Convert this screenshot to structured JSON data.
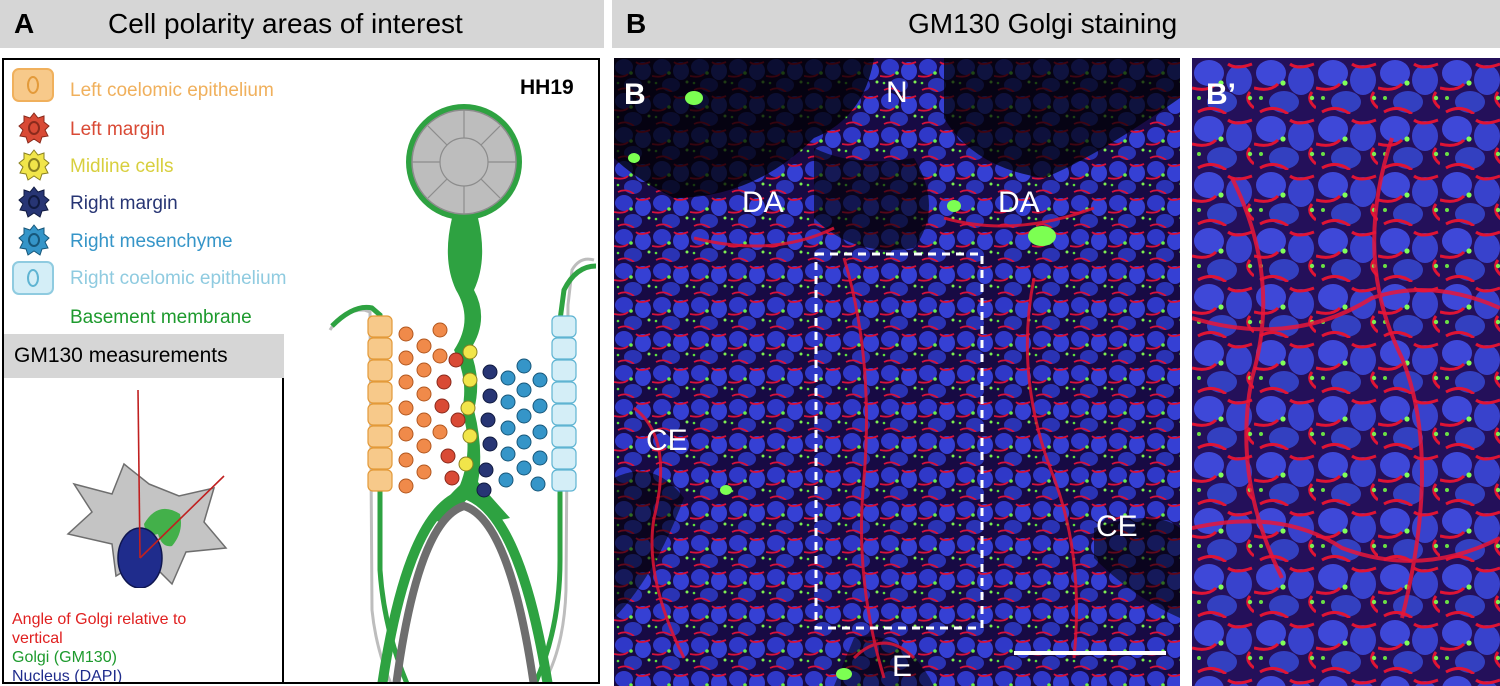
{
  "panel_a": {
    "letter": "A",
    "title": "Cell polarity areas of interest",
    "stage": "HH19",
    "legend": [
      {
        "label": "Left coelomic epithelium",
        "color": "#f0b05c"
      },
      {
        "label": "Left margin",
        "color": "#d94a35"
      },
      {
        "label": "Midline cells",
        "color": "#d8cf3e"
      },
      {
        "label": "Right margin",
        "color": "#273574"
      },
      {
        "label": "Right mesenchyme",
        "color": "#3595c8"
      },
      {
        "label": "Right coelomic epithelium",
        "color": "#8fcbe0"
      },
      {
        "label": "Basement membrane",
        "color": "#1d9a2d"
      }
    ],
    "gm_title": "GM130 measurements",
    "gm_captions": [
      {
        "text": "Angle of Golgi relative to",
        "color": "#e02020"
      },
      {
        "text": "vertical",
        "color": "#e02020"
      },
      {
        "text": "Golgi (GM130)",
        "color": "#1d9a2d"
      },
      {
        "text": "Nucleus (DAPI)",
        "color": "#1f2c8c"
      }
    ]
  },
  "panel_b": {
    "letter": "B",
    "title": "GM130 Golgi staining",
    "main_letter": "B",
    "zoom_letter": "B’",
    "labels": {
      "n": "N",
      "da_left": "DA",
      "da_right": "DA",
      "ce_left": "CE",
      "ce_right": "CE",
      "e": "E"
    }
  }
}
